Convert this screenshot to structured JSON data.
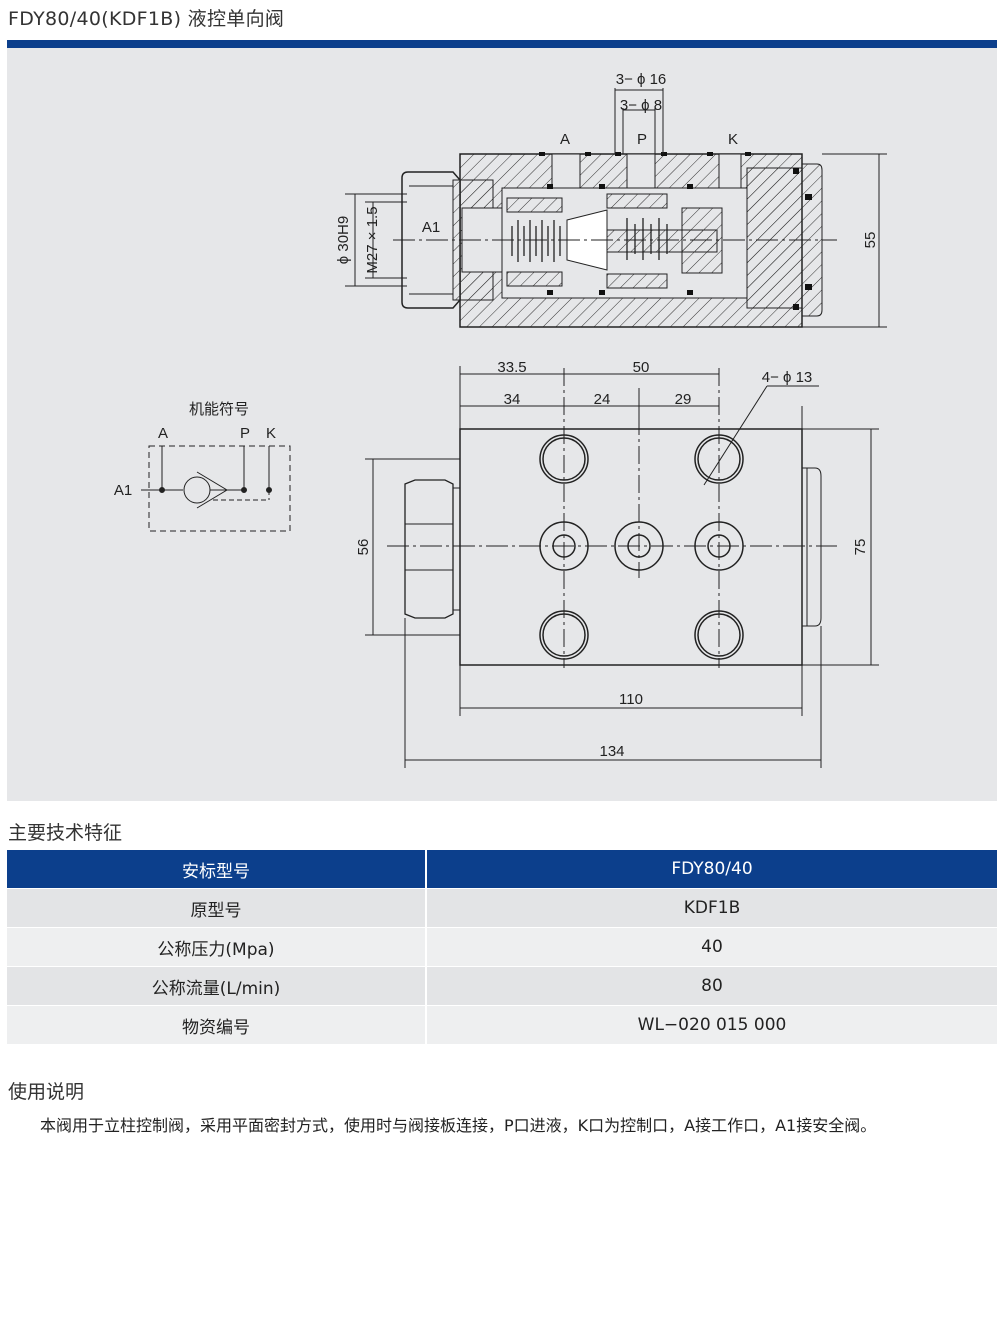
{
  "title": "FDY80/40(KDF1B) 液控单向阀",
  "drawing": {
    "section_view": {
      "port_a": "A",
      "port_p": "P",
      "port_k": "K",
      "port_a1": "A1",
      "hole_3x16": "3− ϕ 16",
      "hole_3x8": "3− ϕ 8",
      "bore": "ϕ 30H9",
      "thread": "M27 × 1.5",
      "height": "55"
    },
    "symbol": {
      "caption": "机能符号",
      "port_a": "A",
      "port_p": "P",
      "port_k": "K",
      "port_a1": "A1"
    },
    "plan_view": {
      "dim_33_5": "33.5",
      "dim_50": "50",
      "dim_34": "34",
      "dim_24": "24",
      "dim_29": "29",
      "holes_4x13": "4− ϕ 13",
      "dim_56": "56",
      "dim_75": "75",
      "dim_110": "110",
      "dim_134": "134"
    }
  },
  "specs": {
    "heading": "主要技术特征",
    "header": [
      "安标型号",
      "FDY80/40"
    ],
    "rows": [
      [
        "原型号",
        "KDF1B"
      ],
      [
        "公称压力(Mpa)",
        "40"
      ],
      [
        "公称流量(L/min)",
        "80"
      ],
      [
        "物资编号",
        "WL−020 015 000"
      ]
    ]
  },
  "usage": {
    "heading": "使用说明",
    "text": "本阀用于立柱控制阀，采用平面密封方式，使用时与阀接板连接，P口进液，K口为控制口，A接工作口，A1接安全阀。"
  },
  "colors": {
    "brand_blue": "#0c3f8c",
    "panel_gray": "#e6e7e9",
    "row_gray": "#e3e4e6"
  }
}
